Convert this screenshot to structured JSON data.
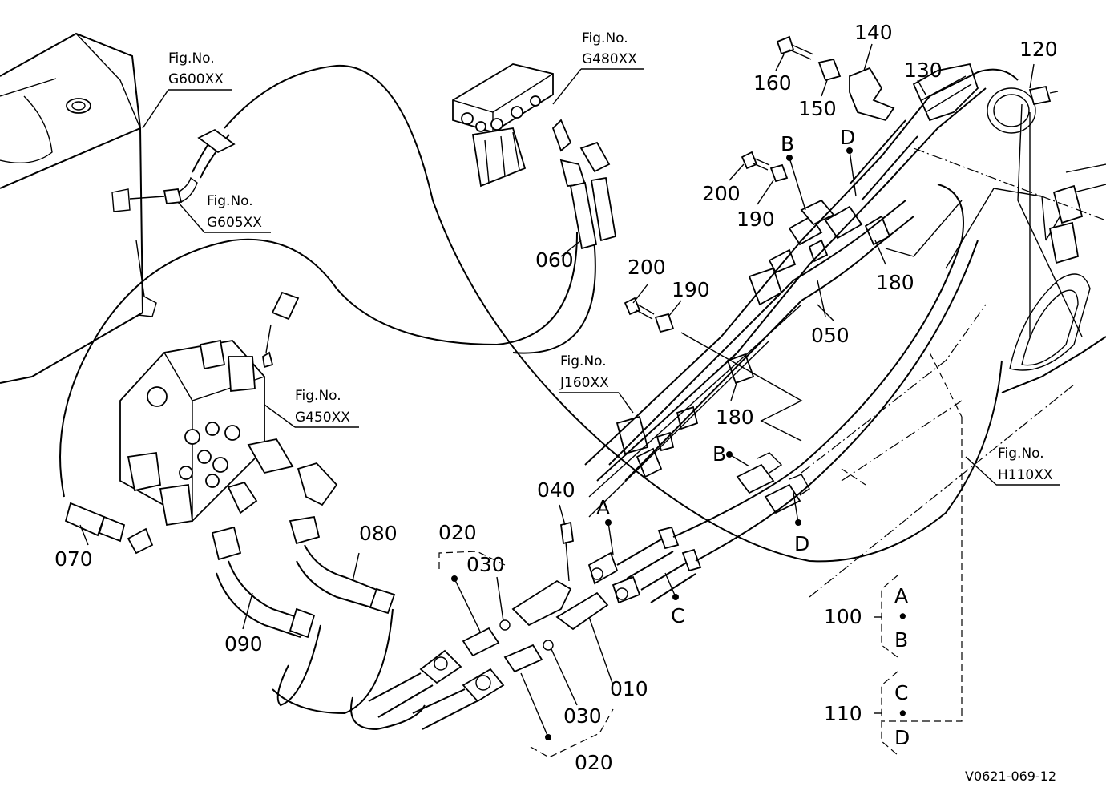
{
  "drawing_ref": "V0621-069-12",
  "fig_refs": [
    {
      "id": "g600",
      "prefix": "Fig.No.",
      "code": "G600XX"
    },
    {
      "id": "g605",
      "prefix": "Fig.No.",
      "code": "G605XX"
    },
    {
      "id": "g480",
      "prefix": "Fig.No.",
      "code": "G480XX"
    },
    {
      "id": "g450",
      "prefix": "Fig.No.",
      "code": "G450XX"
    },
    {
      "id": "j160",
      "prefix": "Fig.No.",
      "code": "J160XX"
    },
    {
      "id": "h110",
      "prefix": "Fig.No.",
      "code": "H110XX"
    }
  ],
  "parts": [
    "010",
    "020",
    "020",
    "030",
    "030",
    "040",
    "050",
    "060",
    "070",
    "080",
    "090",
    "100",
    "110",
    "120",
    "130",
    "140",
    "150",
    "160",
    "180",
    "180",
    "190",
    "190",
    "200",
    "200"
  ],
  "connection_letters": [
    "A",
    "B",
    "C",
    "D",
    "B",
    "D"
  ],
  "sets": [
    {
      "part": "100",
      "top": "A",
      "sep": "•",
      "bottom": "B"
    },
    {
      "part": "110",
      "top": "C",
      "sep": "•",
      "bottom": "D"
    }
  ]
}
